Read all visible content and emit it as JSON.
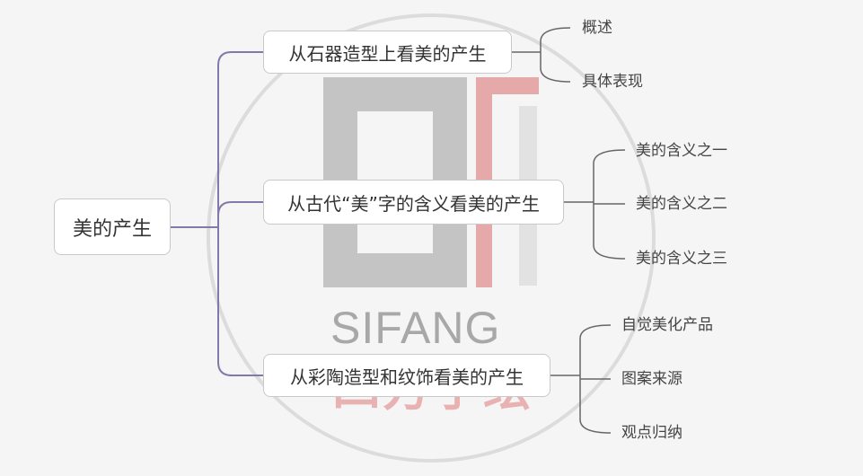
{
  "root": {
    "label": "美的产生"
  },
  "branches": [
    {
      "label": "从石器造型上看美的产生",
      "children": [
        "概述",
        "具体表现"
      ]
    },
    {
      "label": "从古代“美”字的含义看美的产生",
      "children": [
        "美的含义之一",
        "美的含义之二",
        "美的含义之三"
      ]
    },
    {
      "label": "从彩陶造型和纹饰看美的产生",
      "children": [
        "自觉美化产品",
        "图案来源",
        "观点归纳"
      ]
    }
  ],
  "watermark": {
    "latin": "SIFANG",
    "chinese": "四方手绘"
  },
  "colors": {
    "background": "#f5f5f5",
    "connector_primary": "#8378a8",
    "connector_secondary": "#666666",
    "node_border": "#c9c9c9",
    "watermark_gray": "#a8a8a8",
    "watermark_red": "#e9b2b2"
  }
}
